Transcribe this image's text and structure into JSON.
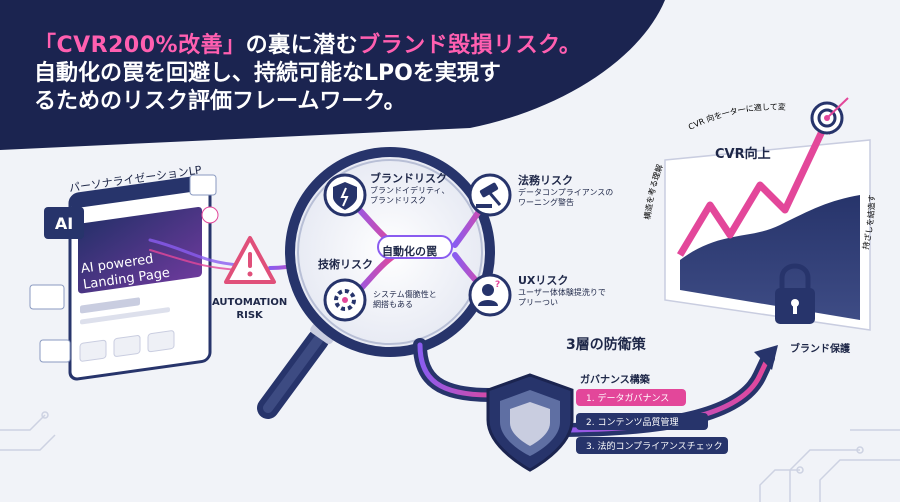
{
  "headline": {
    "part1": "「CVR200%改善」",
    "part2": "の裏に潜む",
    "part3": "ブランド毀損リスク。",
    "line2": "自動化の罠を回避し、持続可能なLPOを実現す",
    "line3": "るためのリスク評価フレームワーク。"
  },
  "lp_mockup": {
    "title": "パーソナライゼーションLP",
    "badge": "AI",
    "hero_line1": "AI powered",
    "hero_line2": "Landing Page"
  },
  "warning": {
    "label_line1": "AUTOMATION",
    "label_line2": "RISK"
  },
  "magnifier": {
    "center_label": "自動化の罠"
  },
  "risks": {
    "brand": {
      "title": "ブランドリスク",
      "desc1": "ブランドイデリティ、",
      "desc2": "ブランドリスク"
    },
    "legal": {
      "title": "法務リスク",
      "desc1": "データコンプライアンスの",
      "desc2": "ワーニング警告"
    },
    "tech": {
      "title": "技術リスク",
      "desc1": "システム傷脆性と",
      "desc2": "網搭もある"
    },
    "ux": {
      "title": "UXリスク",
      "desc1": "ユーザー体体験提洗りで",
      "desc2": "プリーつい"
    }
  },
  "chart": {
    "title": "CVR向上",
    "arc_top": "CVR 向を一タ一に適して変",
    "arc_left": "構造を考る理解",
    "arc_right": "持ざしを結造す",
    "lock_label": "ブランド保護"
  },
  "defense": {
    "title": "3層の防衛策",
    "subtitle": "ガバナンス構築",
    "items": [
      "1. データガバナンス",
      "2. コンテンツ品質管理",
      "3. 法的コンプライアンスチェック"
    ]
  },
  "colors": {
    "navy": "#1b2450",
    "pink": "#e3479a",
    "purple": "#8a5cf0",
    "warning": "#e0507a"
  }
}
